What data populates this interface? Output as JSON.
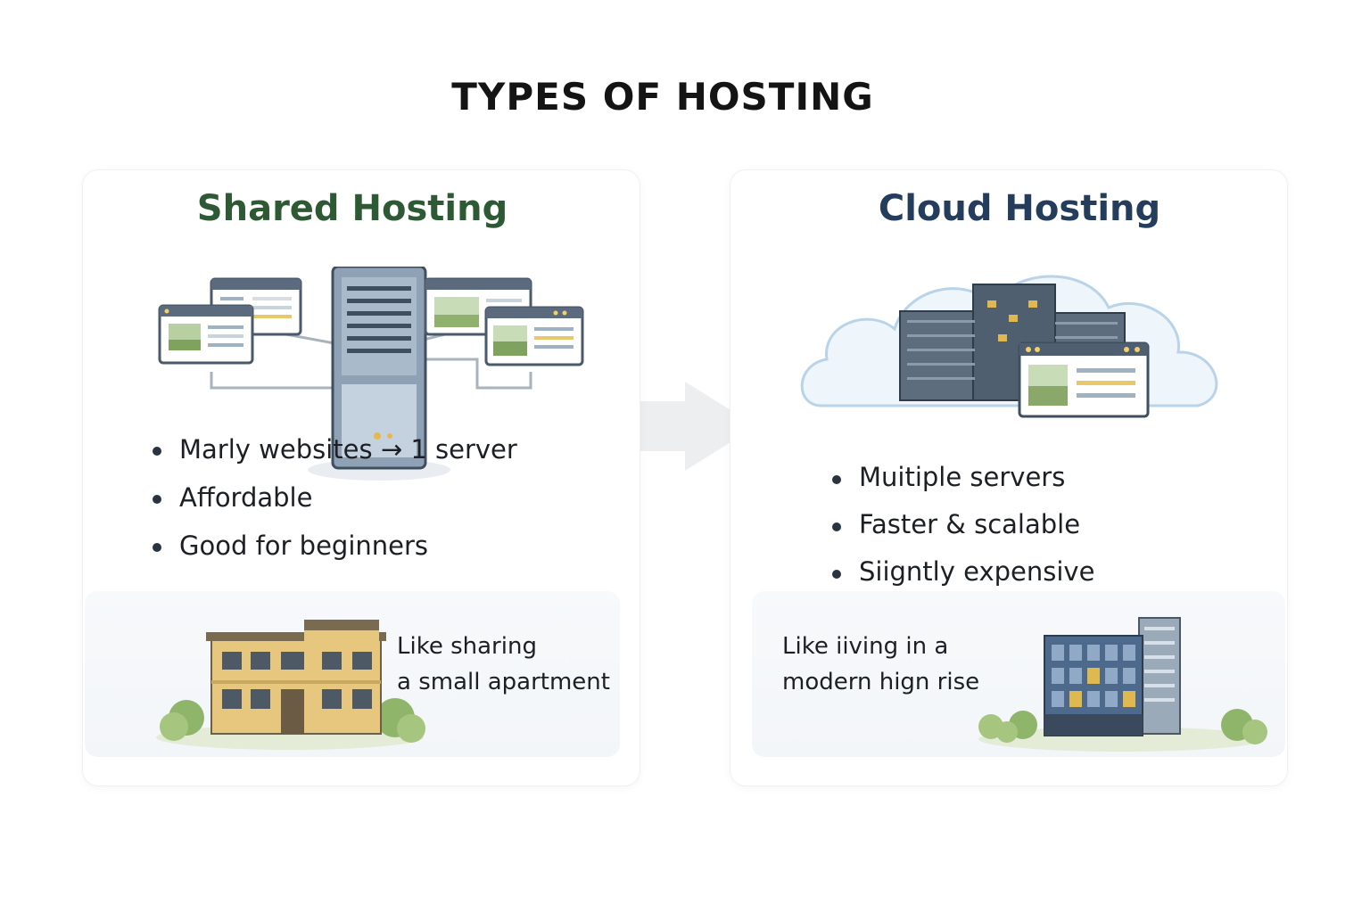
{
  "title": "TYPES OF HOSTING",
  "panels": {
    "shared": {
      "heading": "Shared Hosting",
      "bullets": [
        "Marly websites → 1 server",
        "Affordable",
        "Good for beginners"
      ],
      "analogy_line1": "Like sharing",
      "analogy_line2": "a small apartment"
    },
    "cloud": {
      "heading": "Cloud Hosting",
      "bullets": [
        "Muitiple servers",
        "Faster & scalable",
        "Siigntly expensive"
      ],
      "analogy_line1": "Like iiving in a",
      "analogy_line2": "modern hign rise"
    }
  },
  "colors": {
    "shared_heading": "#2d5a34",
    "cloud_heading": "#243d5c",
    "text": "#1c1f24",
    "arrow": "#eceef0"
  },
  "icons": {
    "shared": "server-with-websites-illustration",
    "cloud": "cloud-datacenter-illustration",
    "shared_building": "small-apartment-building-illustration",
    "cloud_building": "high-rise-building-illustration",
    "arrow": "right-arrow-icon"
  }
}
